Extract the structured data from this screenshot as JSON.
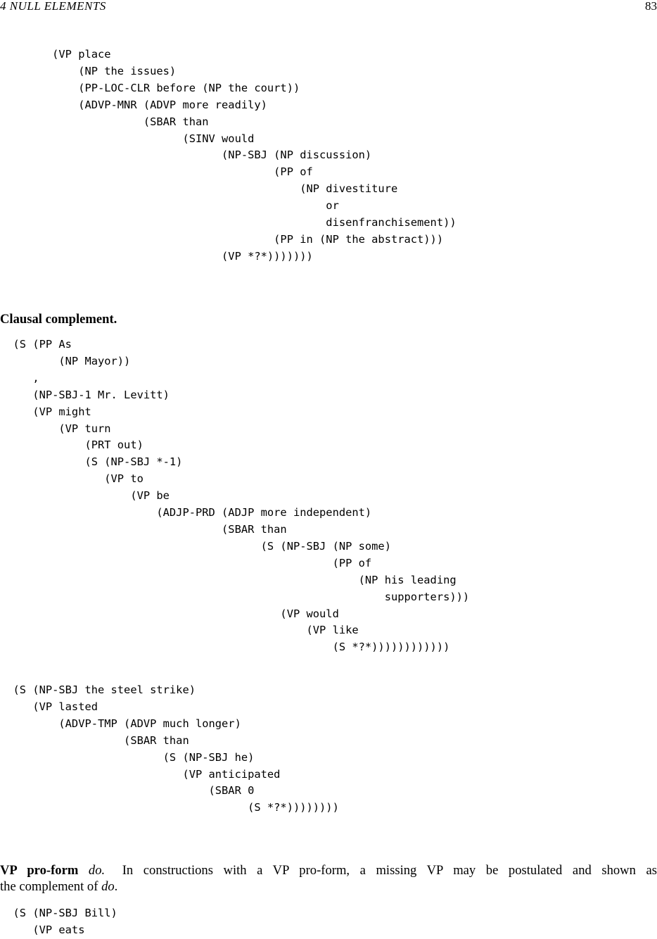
{
  "header": {
    "running_title": "4   NULL ELEMENTS",
    "page_number": "83"
  },
  "trees": {
    "vp_place": "        (VP place\n            (NP the issues)\n            (PP-LOC-CLR before (NP the court))\n            (ADVP-MNR (ADVP more readily)\n                      (SBAR than\n                            (SINV would\n                                  (NP-SBJ (NP discussion)\n                                          (PP of\n                                              (NP divestiture\n                                                  or\n                                                  disenfranchisement))\n                                          (PP in (NP the abstract)))\n                                  (VP *?*)))))))",
    "as_mayor": "  (S (PP As\n         (NP Mayor))\n     ,\n     (NP-SBJ-1 Mr. Levitt)\n     (VP might\n         (VP turn\n             (PRT out)\n             (S (NP-SBJ *-1)\n                (VP to\n                    (VP be\n                        (ADJP-PRD (ADJP more independent)\n                                  (SBAR than\n                                        (S (NP-SBJ (NP some)\n                                                   (PP of\n                                                       (NP his leading\n                                                           supporters)))\n                                           (VP would\n                                               (VP like\n                                                   (S *?*))))))))))))",
    "steel_strike": "  (S (NP-SBJ the steel strike)\n     (VP lasted\n         (ADVP-TMP (ADVP much longer)\n                   (SBAR than\n                         (S (NP-SBJ he)\n                            (VP anticipated\n                                (SBAR 0\n                                      (S *?*))))))))",
    "bill_eats": "  (S (NP-SBJ Bill)\n     (VP eats"
  },
  "sections": {
    "clausal": {
      "heading": "Clausal complement."
    },
    "vp_proform": {
      "heading": "VP pro-form",
      "heading_italic": "do.",
      "body_line1": "In constructions with a VP pro-form, a missing VP may be postulated and shown as",
      "body_line2_prefix": "the complement of ",
      "body_line2_italic": "do",
      "body_line2_suffix": "."
    }
  }
}
